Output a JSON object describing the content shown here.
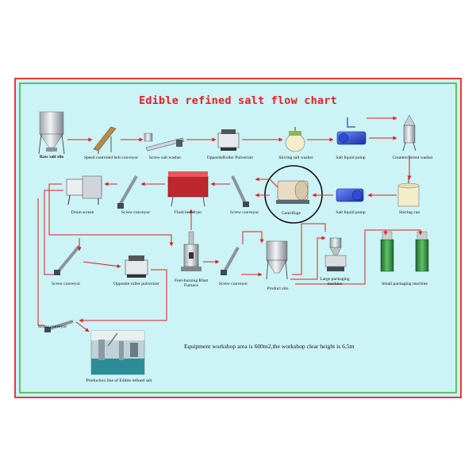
{
  "title": "Edible refined salt flow chart",
  "note": "Equipment workshop area is 600m2,the workshop clear height is 6.5m",
  "colors": {
    "background": "#ccf3f6",
    "outer_border": "#e43a3a",
    "inner_border": "#3fae3f",
    "arrow": "#e01f1f",
    "title": "#e22222"
  },
  "stations": {
    "raw_salt_silo": "Raw salt silo",
    "belt_conveyor": "Speed controled belt conveyor",
    "screw_salt_washer": "Screw salt washer",
    "roller_pulverizer": "OppositeRoller Pulverizer",
    "stirring_washer": "Stirring salt washer",
    "liquid_pump_1": "Salt liquid pump",
    "countercurrent_washer": "Countercurrent washer",
    "drum_screen": "Drum screen",
    "screw_conveyor_1": "Screw conveyor",
    "fluid_bed_dryer": "Fluid bed dryer",
    "screw_conveyor_2": "Screw conveyor",
    "centrifuge": "Centrifuge",
    "liquid_pump_2": "Salt liquid pump",
    "stirring_can": "Stirring can",
    "screw_conveyor_3": "Screw conveyor",
    "opposite_roller": "Opposite roller pulverizer",
    "furnace": "Fuel-burning Blast Furnace",
    "screw_conveyor_4": "Screw conveyor",
    "product_silo": "Product silo",
    "large_packaging": "Large packaging machine",
    "small_packaging": "Small packaging machine",
    "screw_conveyor_5": "Screw conveyor",
    "production_line": "Production line of Edible refined salt"
  }
}
